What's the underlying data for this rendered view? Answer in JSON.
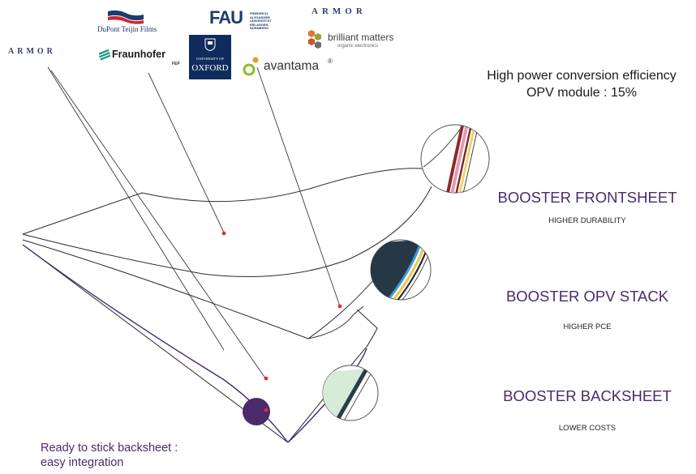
{
  "logos": {
    "armor_top": "ARMOR",
    "armor_left": "ARMOR",
    "dupont": "DuPont Teijin Films",
    "fraunhofer": "Fraunhofer",
    "fraunhofer_sub": "FEP",
    "fau": "FAU",
    "fau_line1": "FRIEDRICH-ALEXANDER",
    "fau_line2": "UNIVERSITÄT",
    "fau_line3": "ERLANGEN-NÜRNBERG",
    "oxford_small": "UNIVERSITY OF",
    "oxford": "OXFORD",
    "brilliant_matters": "brilliant matters",
    "brilliant_matters_sub": "organic electronics",
    "avantama": "avantama",
    "avantama_mark": "®"
  },
  "headline": {
    "line1": "High power conversion efficiency",
    "line2": "OPV module : 15%"
  },
  "layers": [
    {
      "title": "BOOSTER FRONTSHEET",
      "caption": "HIGHER DURABILITY"
    },
    {
      "title": "BOOSTER OPV STACK",
      "caption": "HIGHER PCE"
    },
    {
      "title": "BOOSTER BACKSHEET",
      "caption": "LOWER COSTS"
    }
  ],
  "callout": {
    "line1": "Ready to stick backsheet :",
    "line2": "easy integration"
  },
  "colors": {
    "accent_purple": "#4b2a6b",
    "dot_red": "#d0392b",
    "brand_navy": "#1f3a6b"
  }
}
